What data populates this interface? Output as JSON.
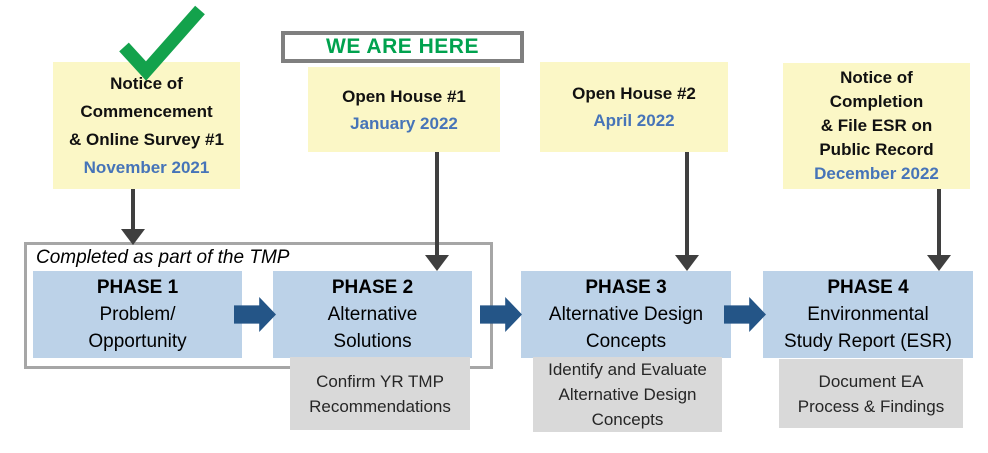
{
  "banner": {
    "label": "WE ARE HERE"
  },
  "milestones": [
    {
      "text": "Notice of\nCommencement\n& Online Survey #1",
      "date": "November 2021"
    },
    {
      "text": "Open House #1",
      "date": "January 2022"
    },
    {
      "text": "Open House #2",
      "date": "April 2022"
    },
    {
      "text": "Notice of\nCompletion\n& File ESR on\nPublic Record",
      "date": "December 2022"
    }
  ],
  "frame": {
    "label": "Completed as part of the TMP"
  },
  "phases": [
    {
      "title": "PHASE 1",
      "subtitle": "Problem/\nOpportunity",
      "note": ""
    },
    {
      "title": "PHASE 2",
      "subtitle": "Alternative\nSolutions",
      "note": "Confirm YR TMP\nRecommendations"
    },
    {
      "title": "PHASE 3",
      "subtitle": "Alternative Design\nConcepts",
      "note": "Identify and Evaluate\nAlternative Design\nConcepts"
    },
    {
      "title": "PHASE 4",
      "subtitle": "Environmental\nStudy Report (ESR)",
      "note": "Document EA\nProcess & Findings"
    }
  ],
  "icons": {
    "checkmark": "green-checkmark-icon",
    "down_arrow": "down-arrow-icon",
    "connector": "right-block-arrow-icon"
  },
  "colors": {
    "milestone_bg": "#FBF7C6",
    "date_text": "#4674B8",
    "phase_bg": "#BCD2E8",
    "connector_blue": "#245587",
    "note_bg": "#D9D9D9",
    "frame_border": "#A6A6A6",
    "down_arrow": "#3F3F3F",
    "green": "#00A24E",
    "banner_border": "#7F7F7F"
  }
}
